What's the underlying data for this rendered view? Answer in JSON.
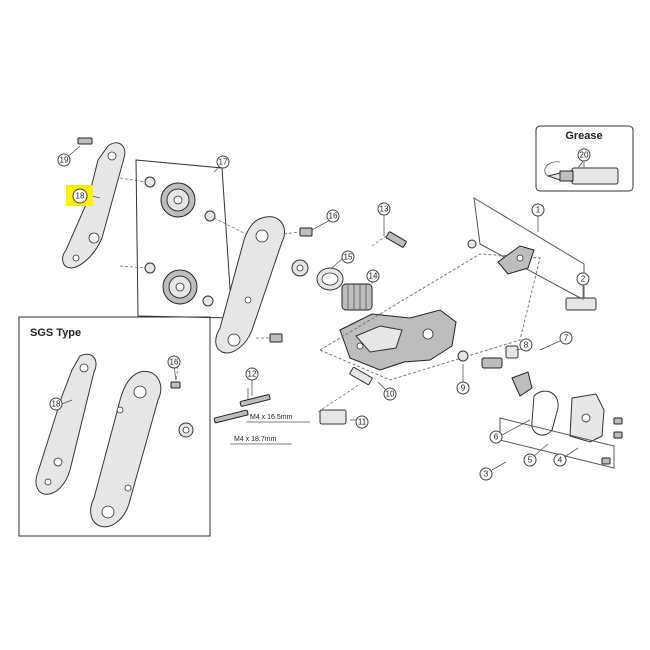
{
  "highlight_color": "#fff200",
  "boxes": {
    "sgs_title": "SGS Type",
    "grease_title": "Grease"
  },
  "dimensions": {
    "bolt_short": "M4 x 16.5mm",
    "bolt_long": "M4 x 18.7mm"
  },
  "callouts": [
    {
      "id": "c1",
      "label": "1"
    },
    {
      "id": "c2",
      "label": "2"
    },
    {
      "id": "c3",
      "label": "3"
    },
    {
      "id": "c4",
      "label": "4"
    },
    {
      "id": "c5",
      "label": "5"
    },
    {
      "id": "c6",
      "label": "6"
    },
    {
      "id": "c7",
      "label": "7"
    },
    {
      "id": "c8",
      "label": "8"
    },
    {
      "id": "c9",
      "label": "9"
    },
    {
      "id": "c10",
      "label": "10"
    },
    {
      "id": "c11",
      "label": "11"
    },
    {
      "id": "c12",
      "label": "12"
    },
    {
      "id": "c13",
      "label": "13"
    },
    {
      "id": "c14",
      "label": "14"
    },
    {
      "id": "c15",
      "label": "15"
    },
    {
      "id": "c16a",
      "label": "16"
    },
    {
      "id": "c16b",
      "label": "16"
    },
    {
      "id": "c17",
      "label": "17"
    },
    {
      "id": "c18a",
      "label": "18"
    },
    {
      "id": "c18b",
      "label": "18"
    },
    {
      "id": "c19",
      "label": "19"
    },
    {
      "id": "c20",
      "label": "20"
    }
  ]
}
